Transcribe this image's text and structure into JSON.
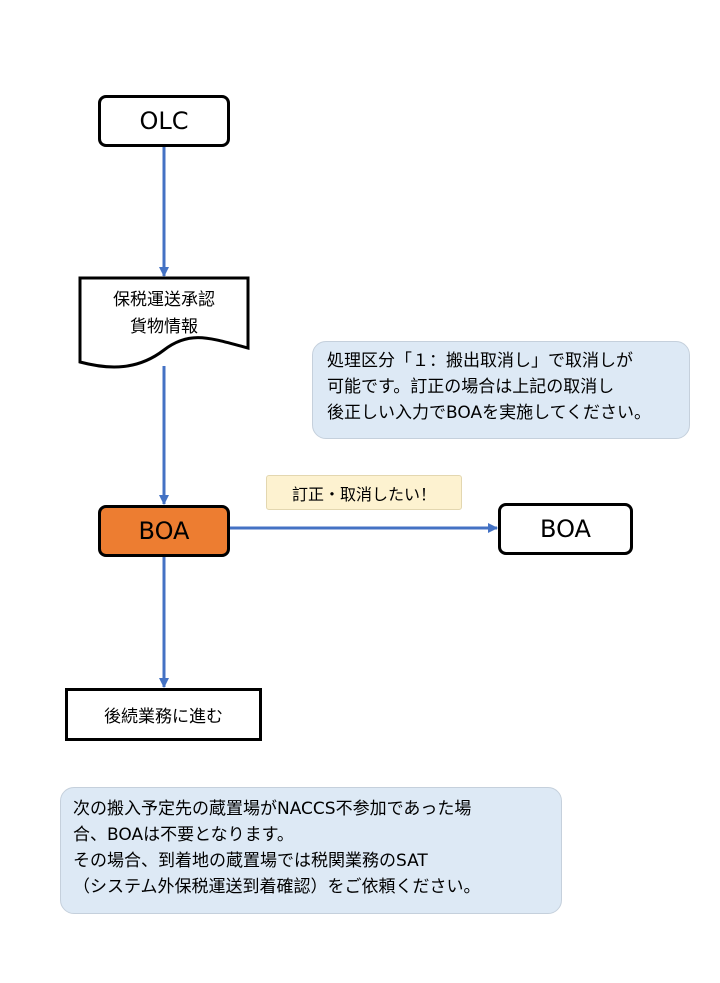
{
  "nodes": {
    "olc": "OLC",
    "doc_line1": "保税運送承認",
    "doc_line2": "貨物情報",
    "boa_main": "BOA",
    "boa_right": "BOA",
    "next": "後続業務に進む"
  },
  "notes": {
    "correction": [
      "処理区分「１：搬出取消し」で取消しが",
      "可能です。訂正の場合は上記の取消し",
      "後正しい入力でBOAを実施してください。"
    ],
    "bottom": [
      "次の搬入予定先の蔵置場がNACCS不参加であった場",
      "合、BOAは不要となります。",
      "その場合、到着地の蔵置場では税関業務のSAT",
      "（システム外保税運送到着確認）をご依頼ください。"
    ]
  },
  "edge_label": "訂正・取消したい！",
  "colors": {
    "arrow": "#4472c4",
    "boa_fill": "#ed7d31",
    "note_fill": "#dde9f5",
    "tag_fill": "#fdf2d0"
  }
}
